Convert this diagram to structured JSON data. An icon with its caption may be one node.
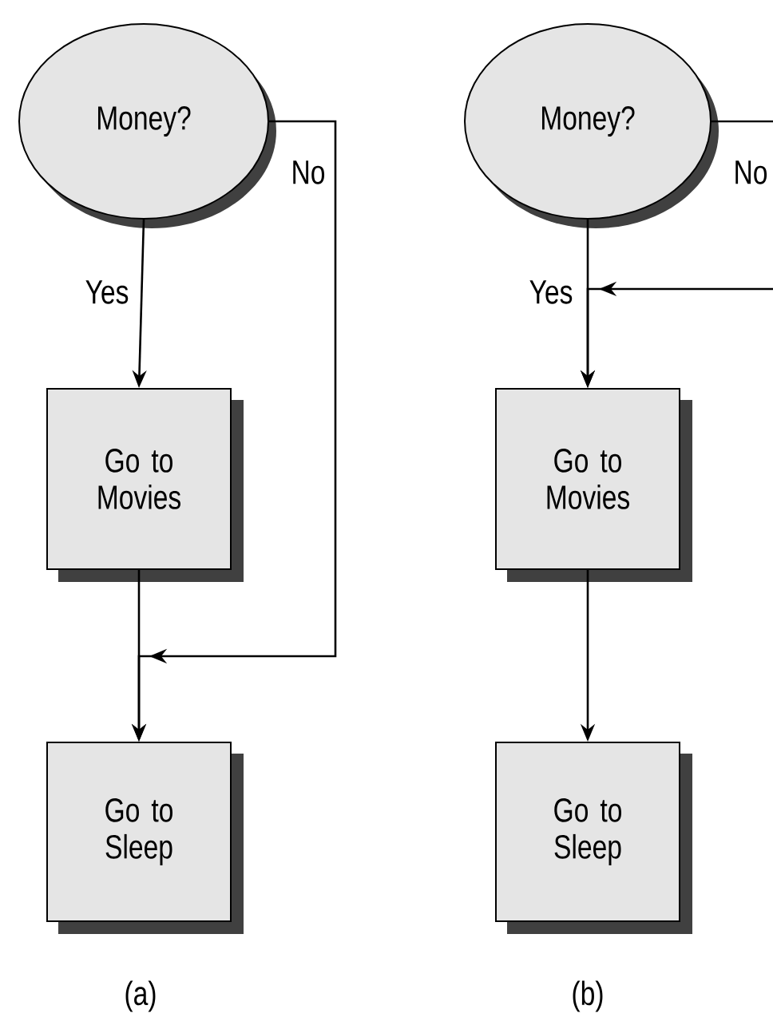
{
  "diagram": {
    "nodes": [
      {
        "text": [
          "Money?"
        ]
      },
      {
        "text": [
          "Go to Movies"
        ]
      },
      {
        "text": [
          "Go to Sleep"
        ]
      },
      {
        "text": [
          "Money?"
        ]
      },
      {
        "text": [
          "Go to Movies"
        ]
      },
      {
        "text": [
          "Go to Sleep"
        ]
      }
    ],
    "edges": [
      {
        "from": 0,
        "to": 1,
        "arrow": "to",
        "label": "Yes"
      },
      {
        "from": 1,
        "to": 2,
        "arrow": "to"
      },
      {
        "from": 0,
        "to": 2,
        "arrow": "to",
        "label": "No"
      },
      {
        "from": 3,
        "to": 4,
        "arrow": "to",
        "label": "Yes"
      },
      {
        "from": 4,
        "to": 5,
        "arrow": "to"
      },
      {
        "from": 3,
        "to": null,
        "arrow": "none",
        "label": "No"
      },
      {
        "from": null,
        "to": 4,
        "arrow": "to"
      }
    ],
    "labels": [
      "(a)",
      "(b)"
    ]
  }
}
